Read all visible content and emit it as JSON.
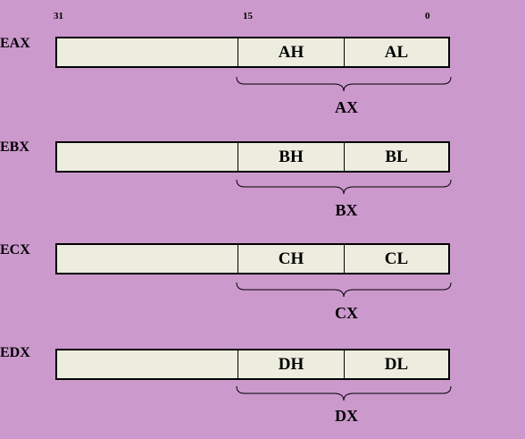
{
  "background_color": "#cc99cc",
  "bit_labels": {
    "b31": "31",
    "b15": "15",
    "b0": "0"
  },
  "registers": [
    {
      "name": "EAX",
      "high": "AH",
      "low": "AL",
      "word": "AX"
    },
    {
      "name": "EBX",
      "high": "BH",
      "low": "BL",
      "word": "BX"
    },
    {
      "name": "ECX",
      "high": "CH",
      "low": "CL",
      "word": "CX"
    },
    {
      "name": "EDX",
      "high": "DH",
      "low": "DL",
      "word": "DX"
    }
  ]
}
